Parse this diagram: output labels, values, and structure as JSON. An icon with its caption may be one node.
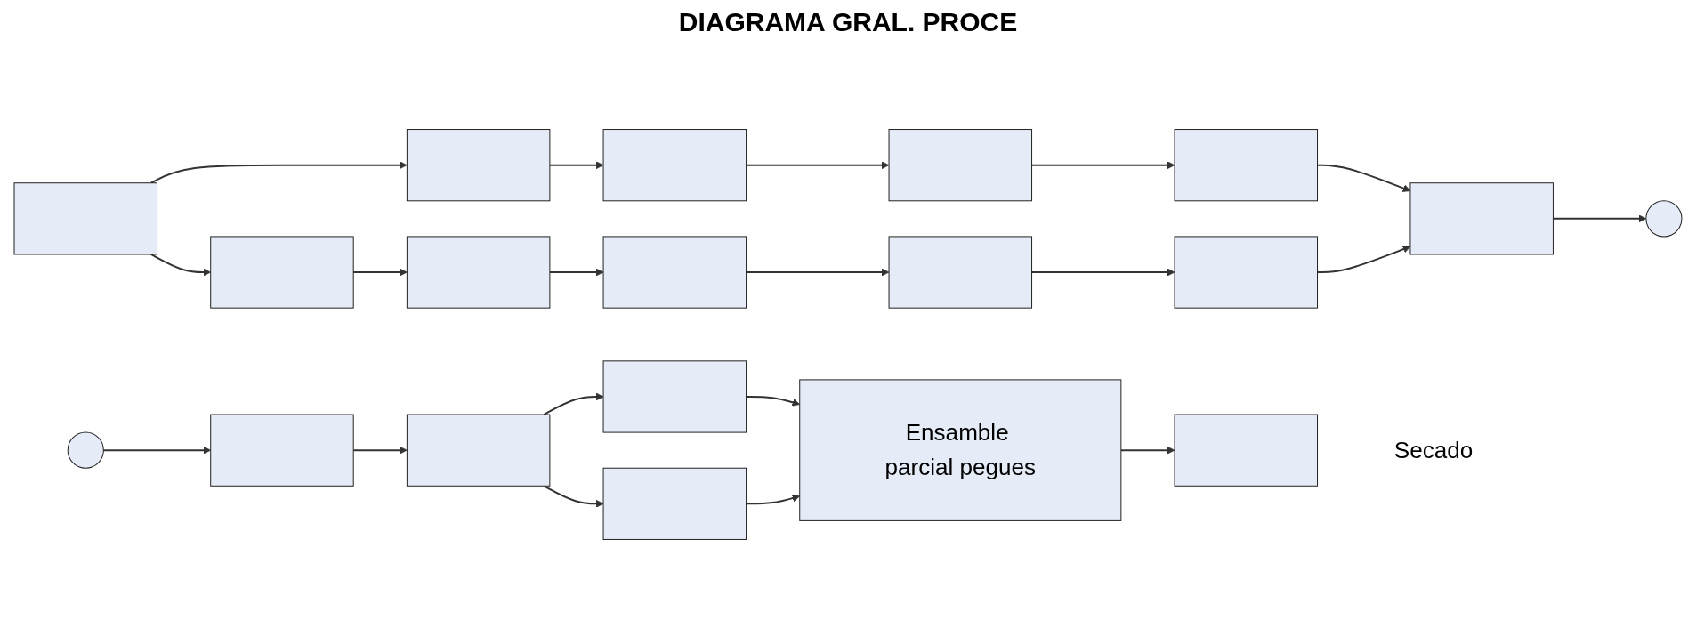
{
  "diagram": {
    "title": "DIAGRAMA GRAL. PROCE",
    "nodes": [
      {
        "text": [],
        "shape": "box"
      },
      {
        "text": [],
        "shape": "box"
      },
      {
        "text": [],
        "shape": "box"
      },
      {
        "text": [],
        "shape": "box"
      },
      {
        "text": [],
        "shape": "box"
      },
      {
        "text": [],
        "shape": "box"
      },
      {
        "text": [],
        "shape": "box"
      },
      {
        "text": [],
        "shape": "box"
      },
      {
        "text": [],
        "shape": "box"
      },
      {
        "text": [],
        "shape": "box"
      },
      {
        "text": [],
        "shape": "box"
      },
      {
        "text": [],
        "shape": "circle"
      },
      {
        "text": [],
        "shape": "circle"
      },
      {
        "text": [],
        "shape": "box"
      },
      {
        "text": [],
        "shape": "box"
      },
      {
        "text": [],
        "shape": "box"
      },
      {
        "text": [],
        "shape": "box"
      },
      {
        "text": [
          "Ensamble parcial pegues"
        ]
      },
      {
        "text": [],
        "shape": "box",
        "beside": [
          "Secado"
        ]
      }
    ],
    "edges": [
      {
        "from": 0,
        "to": 1,
        "arrow": "to"
      },
      {
        "from": 1,
        "to": 2,
        "arrow": "to"
      },
      {
        "from": 2,
        "to": 3,
        "arrow": "to"
      },
      {
        "from": 3,
        "to": 4,
        "arrow": "to"
      },
      {
        "from": 4,
        "to": 10,
        "arrow": "to"
      },
      {
        "from": 0,
        "to": 5,
        "arrow": "to"
      },
      {
        "from": 5,
        "to": 6,
        "arrow": "to"
      },
      {
        "from": 6,
        "to": 7,
        "arrow": "to"
      },
      {
        "from": 7,
        "to": 8,
        "arrow": "to"
      },
      {
        "from": 8,
        "to": 9,
        "arrow": "to"
      },
      {
        "from": 9,
        "to": 10,
        "arrow": "to"
      },
      {
        "from": 10,
        "to": 11,
        "arrow": "to"
      },
      {
        "from": 12,
        "to": 13,
        "arrow": "to"
      },
      {
        "from": 13,
        "to": 14,
        "arrow": "to"
      },
      {
        "from": 14,
        "to": 15,
        "arrow": "to"
      },
      {
        "from": 14,
        "to": 16,
        "arrow": "to"
      },
      {
        "from": 15,
        "to": 17,
        "arrow": "to"
      },
      {
        "from": 16,
        "to": 17,
        "arrow": "to"
      },
      {
        "from": 17,
        "to": 18,
        "arrow": "to"
      }
    ]
  }
}
